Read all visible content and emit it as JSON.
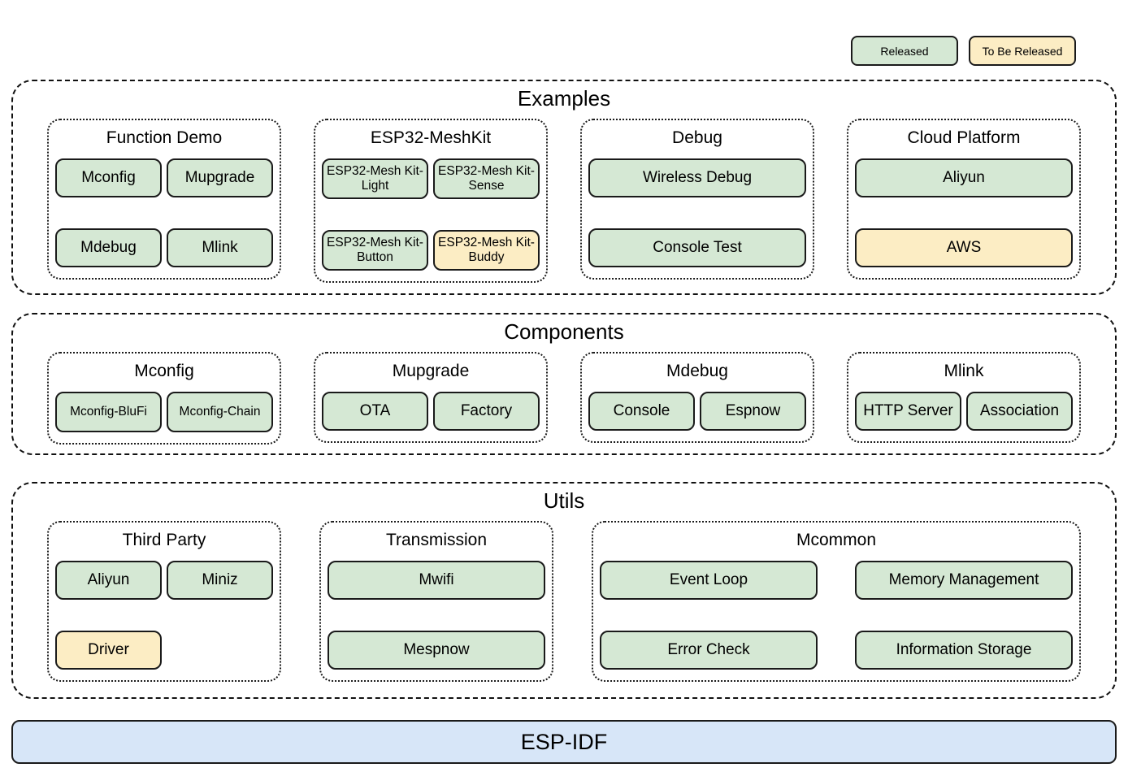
{
  "colors": {
    "released": "#d5e8d4",
    "to_be_released": "#fcedc4",
    "base": "#d7e6f8",
    "border": "#1a1a1a"
  },
  "legend": {
    "items": [
      {
        "label": "Released",
        "status": "released"
      },
      {
        "label": "To Be Released",
        "status": "to_be_released"
      }
    ]
  },
  "sections": [
    {
      "title": "Examples",
      "groups": [
        {
          "title": "Function Demo",
          "boxes": [
            {
              "label": "Mconfig",
              "status": "released"
            },
            {
              "label": "Mupgrade",
              "status": "released"
            },
            {
              "label": "Mdebug",
              "status": "released"
            },
            {
              "label": "Mlink",
              "status": "released"
            }
          ]
        },
        {
          "title": "ESP32-MeshKit",
          "boxes": [
            {
              "label": "ESP32-Mesh Kit-Light",
              "status": "released"
            },
            {
              "label": "ESP32-Mesh Kit-Sense",
              "status": "released"
            },
            {
              "label": "ESP32-Mesh Kit-Button",
              "status": "released"
            },
            {
              "label": "ESP32-Mesh Kit-Buddy",
              "status": "to_be_released"
            }
          ]
        },
        {
          "title": "Debug",
          "boxes": [
            {
              "label": "Wireless Debug",
              "status": "released"
            },
            {
              "label": "Console Test",
              "status": "released"
            }
          ]
        },
        {
          "title": "Cloud Platform",
          "boxes": [
            {
              "label": "Aliyun",
              "status": "released"
            },
            {
              "label": "AWS",
              "status": "to_be_released"
            }
          ]
        }
      ]
    },
    {
      "title": "Components",
      "groups": [
        {
          "title": "Mconfig",
          "boxes": [
            {
              "label": "Mconfig-BluFi",
              "status": "released"
            },
            {
              "label": "Mconfig-Chain",
              "status": "released"
            }
          ]
        },
        {
          "title": "Mupgrade",
          "boxes": [
            {
              "label": "OTA",
              "status": "released"
            },
            {
              "label": "Factory",
              "status": "released"
            }
          ]
        },
        {
          "title": "Mdebug",
          "boxes": [
            {
              "label": "Console",
              "status": "released"
            },
            {
              "label": "Espnow",
              "status": "released"
            }
          ]
        },
        {
          "title": "Mlink",
          "boxes": [
            {
              "label": "HTTP Server",
              "status": "released"
            },
            {
              "label": "Association",
              "status": "released"
            }
          ]
        }
      ]
    },
    {
      "title": "Utils",
      "groups": [
        {
          "title": "Third Party",
          "boxes": [
            {
              "label": "Aliyun",
              "status": "released"
            },
            {
              "label": "Miniz",
              "status": "released"
            },
            {
              "label": "Driver",
              "status": "to_be_released"
            }
          ]
        },
        {
          "title": "Transmission",
          "boxes": [
            {
              "label": "Mwifi",
              "status": "released"
            },
            {
              "label": "Mespnow",
              "status": "released"
            }
          ]
        },
        {
          "title": "Mcommon",
          "boxes": [
            {
              "label": "Event Loop",
              "status": "released"
            },
            {
              "label": "Memory Management",
              "status": "released"
            },
            {
              "label": "Error Check",
              "status": "released"
            },
            {
              "label": "Information Storage",
              "status": "released"
            }
          ]
        }
      ]
    }
  ],
  "base": {
    "label": "ESP-IDF",
    "status": "base"
  }
}
